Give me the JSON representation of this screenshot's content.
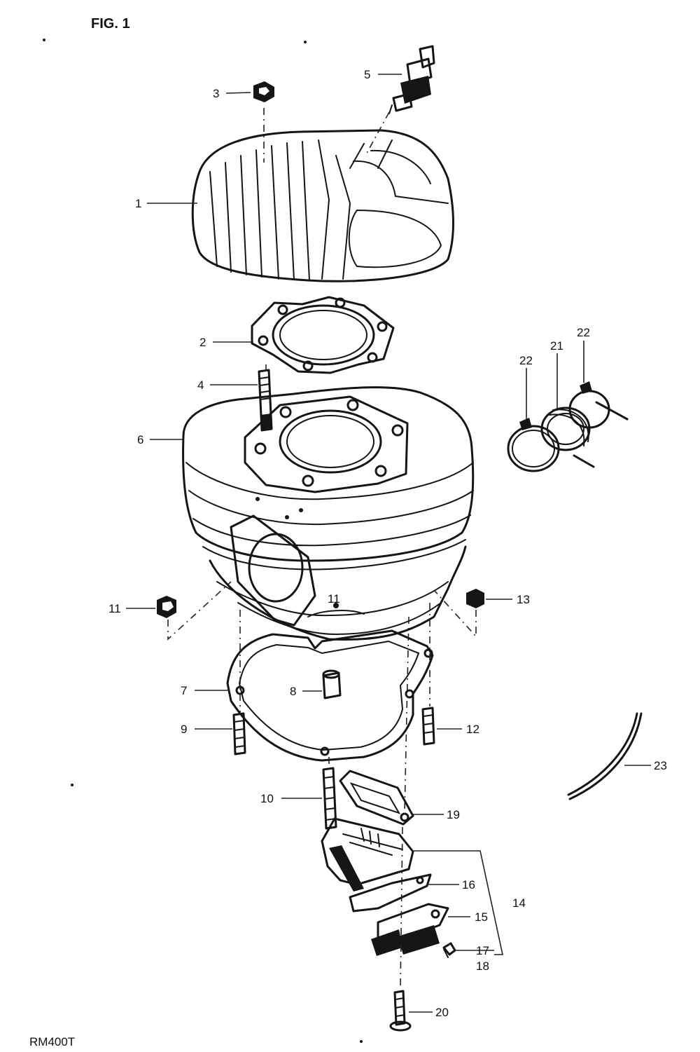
{
  "figure_label": "FIG. 1",
  "model_code": "RM400T",
  "callouts": [
    {
      "id": "1",
      "text": "1"
    },
    {
      "id": "2",
      "text": "2"
    },
    {
      "id": "3",
      "text": "3"
    },
    {
      "id": "4",
      "text": "4"
    },
    {
      "id": "5",
      "text": "5"
    },
    {
      "id": "6",
      "text": "6"
    },
    {
      "id": "7",
      "text": "7"
    },
    {
      "id": "8",
      "text": "8"
    },
    {
      "id": "9",
      "text": "9"
    },
    {
      "id": "10",
      "text": "10"
    },
    {
      "id": "11a",
      "text": "11"
    },
    {
      "id": "11b",
      "text": "11"
    },
    {
      "id": "12",
      "text": "12"
    },
    {
      "id": "13",
      "text": "13"
    },
    {
      "id": "14",
      "text": "14"
    },
    {
      "id": "15",
      "text": "15"
    },
    {
      "id": "16",
      "text": "16"
    },
    {
      "id": "17",
      "text": "17"
    },
    {
      "id": "18",
      "text": "18"
    },
    {
      "id": "19",
      "text": "19"
    },
    {
      "id": "20",
      "text": "20"
    },
    {
      "id": "21",
      "text": "21"
    },
    {
      "id": "22a",
      "text": "22"
    },
    {
      "id": "22b",
      "text": "22"
    },
    {
      "id": "23",
      "text": "23"
    }
  ]
}
